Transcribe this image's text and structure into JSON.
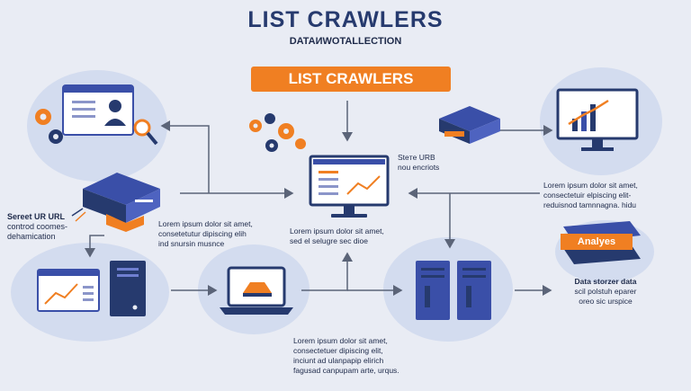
{
  "header": {
    "title": "LIST CRAWLERS",
    "subtitle": "DATAИWOTALLECTION"
  },
  "banner": {
    "label": "LIST CRAWLERS"
  },
  "labels": {
    "site_label_l1": "Steтe URВ",
    "site_label_l2": "nou encriots",
    "left_l1": "Sereet UR URL",
    "left_l2": "controd coomes-",
    "left_l3": "dehamication",
    "server_text_l1": "Lorem ipsum dolor sit amet,",
    "server_text_l2": "consetetutur dipiscing elih",
    "server_text_l3": "ind snursin musnce",
    "center_text_l1": "Lorem ipsum dolor sit amet,",
    "center_text_l2": "sed el selugre sec dioe",
    "right_text_l1": "Lorem ipsum dolor sit amet,",
    "right_text_l2": "consectetuir elpiscing elit-",
    "right_text_l3": "reduisnod tamnnagna. hidu",
    "analyses": "Analyes",
    "storage_l1": "Data storzer data",
    "storage_l2": "scil polstuh eparer",
    "storage_l3": "oreo sic urspice",
    "bottom_l1": "Lorem ipsum dolor sit amet,",
    "bottom_l2": "consectetuer dipiscing elit,",
    "bottom_l3": "inciunt ad ulanpapip elirich",
    "bottom_l4": "fagusad canpupam arte, urqus."
  },
  "icons": [
    "profile-window-icon",
    "gear-icon",
    "magnifier-icon",
    "server-icon",
    "laptop-chart-icon",
    "tower-icon",
    "laptop-icon",
    "monitor-chart-icon",
    "server-rack-icon",
    "router-icon",
    "chart-monitor-icon",
    "analytics-icon"
  ],
  "colors": {
    "accent": "#f07f22",
    "navy": "#263a6e",
    "blue": "#3a4fa8",
    "blob": "#d3dcef",
    "line": "#5b6478"
  }
}
